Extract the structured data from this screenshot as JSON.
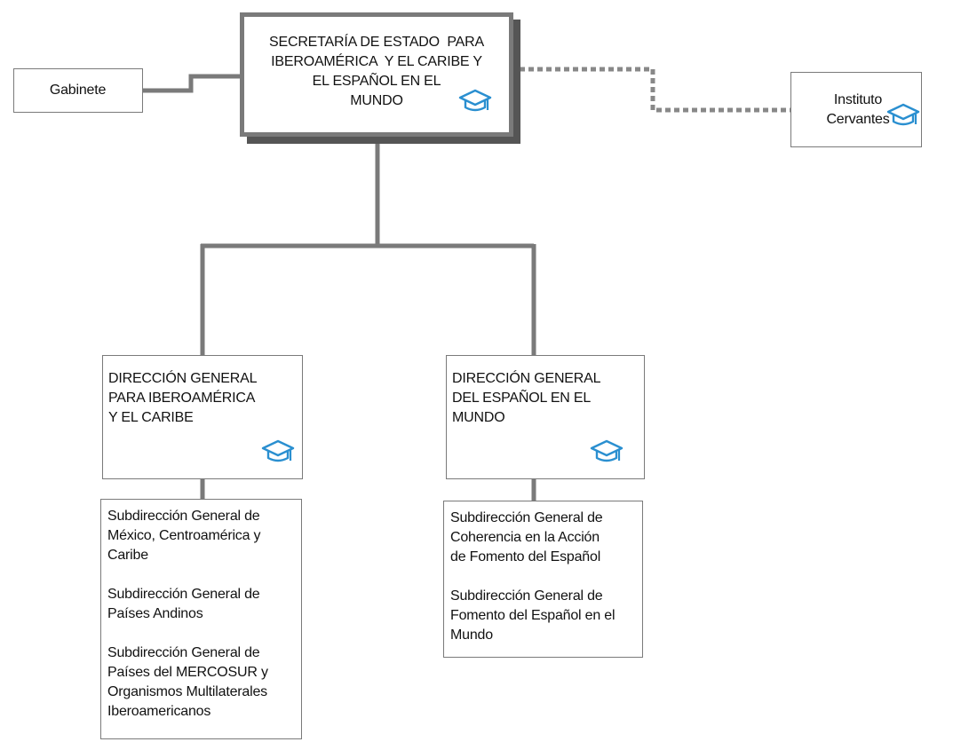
{
  "colors": {
    "line": "#7a7a7a",
    "shadow": "#555555",
    "icon": "#2a8fd0",
    "border": "#7a7a7a"
  },
  "icon_name": "graduation-cap-icon",
  "secretaria": {
    "lines": [
      "SECRETARÍA DE ESTADO  PARA",
      "IBEROAMÉRICA  Y EL CARIBE Y",
      "EL ESPAÑOL EN EL",
      "MUNDO"
    ]
  },
  "gabinete": {
    "label": "Gabinete"
  },
  "instituto": {
    "lines": [
      "Instituto",
      "Cervantes"
    ]
  },
  "dg_iberoamerica": {
    "lines": [
      "DIRECCIÓN GENERAL",
      "PARA IBEROAMÉRICA",
      "Y EL CARIBE"
    ]
  },
  "dg_espanol": {
    "lines": [
      "DIRECCIÓN GENERAL",
      "DEL ESPAÑOL EN EL",
      "MUNDO"
    ]
  },
  "sub_iberoamerica": {
    "items": [
      {
        "lines": [
          "Subdirección General de",
          "México, Centroamérica y",
          "Caribe"
        ]
      },
      {
        "lines": [
          "Subdirección General de",
          "Países Andinos"
        ]
      },
      {
        "lines": [
          "Subdirección General de",
          "Países del MERCOSUR y",
          "Organismos Multilaterales",
          "Iberoamericanos"
        ]
      }
    ]
  },
  "sub_espanol": {
    "items": [
      {
        "lines": [
          "Subdirección General de",
          "Coherencia en la Acción",
          "de Fomento del Español"
        ]
      },
      {
        "lines": [
          "Subdirección General de",
          "Fomento del Español en el",
          "Mundo"
        ]
      }
    ]
  }
}
